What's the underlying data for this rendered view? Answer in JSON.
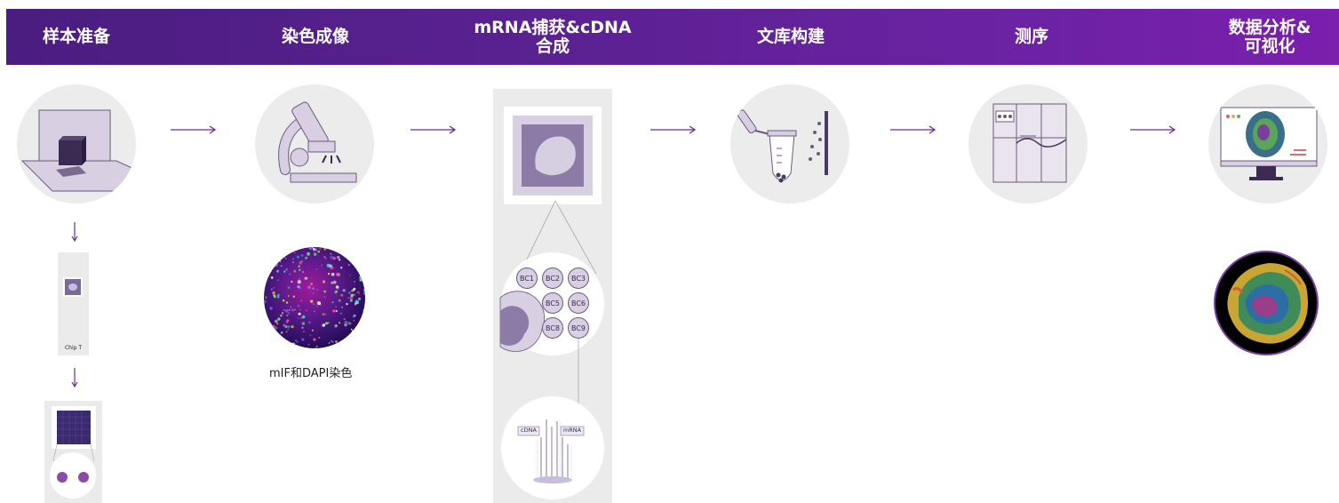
{
  "steps": [
    {
      "title": "样本准备",
      "icon": "sample-prep-icon"
    },
    {
      "title": "染色成像",
      "icon": "microscope-icon"
    },
    {
      "title": "mRNA捕获&cDNA\n合成",
      "icon": "capture-chip-icon"
    },
    {
      "title": "文库构建",
      "icon": "library-tube-icon"
    },
    {
      "title": "测序",
      "icon": "sequencer-icon"
    },
    {
      "title": "数据分析&\n可视化",
      "icon": "monitor-icon"
    }
  ],
  "chip_label": "Chip T",
  "stain_caption": "mIF和DAPI染色",
  "barcodes": [
    "BC1",
    "BC2",
    "BC3",
    "BC5",
    "BC6",
    "BC8",
    "BC9"
  ],
  "probe_labels": {
    "left": "cDNA",
    "right": "mRNA"
  },
  "colors": {
    "banner_start": "#4a1d80",
    "banner_end": "#7a1fae",
    "accent": "#6b2c91",
    "icon_fill": "#d9cfe3",
    "icon_stroke": "#6a5a7c",
    "circle_bg": "#ececec"
  }
}
